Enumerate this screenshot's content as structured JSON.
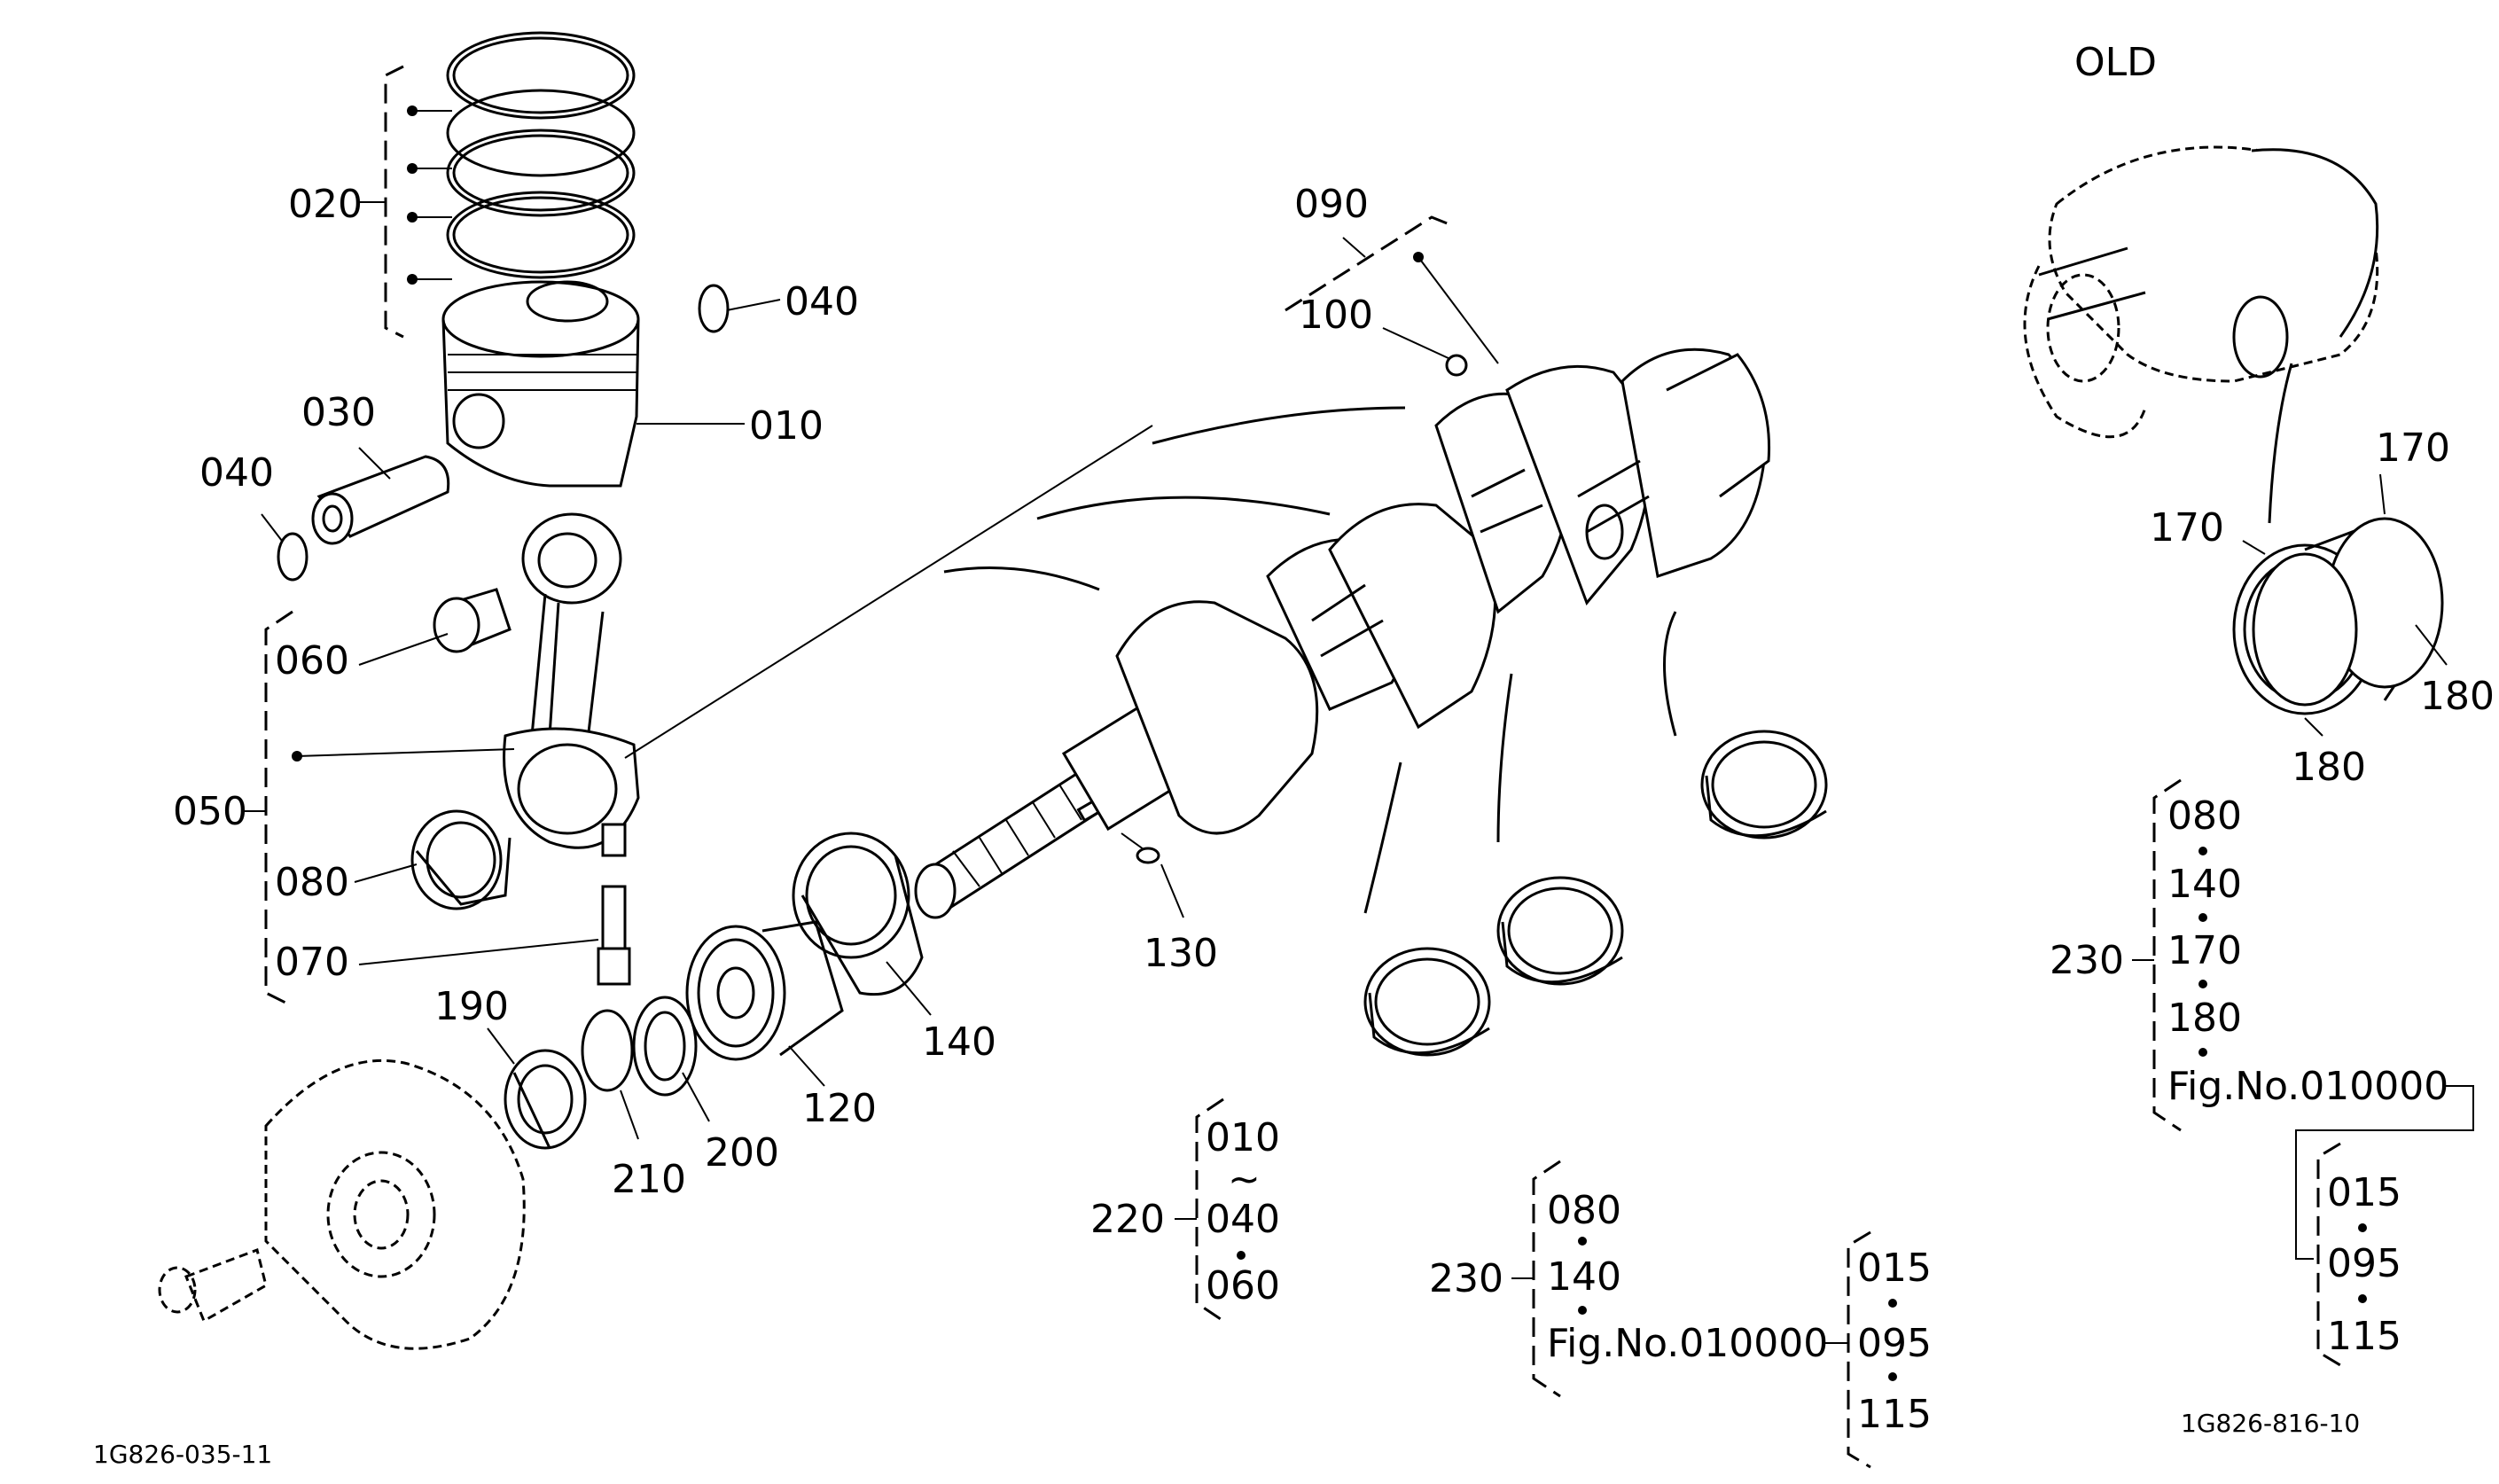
{
  "header": {
    "old_label": "OLD"
  },
  "figure_codes": {
    "left": "1G826-035-11",
    "right": "1G826-816-10"
  },
  "callouts": {
    "c020": "020",
    "c040a": "040",
    "c010": "010",
    "c030": "030",
    "c040b": "040",
    "c060": "060",
    "c050": "050",
    "c080": "080",
    "c070": "070",
    "c190": "190",
    "c210": "210",
    "c200": "200",
    "c120": "120",
    "c140": "140",
    "c130": "130",
    "c090": "090",
    "c100": "100",
    "c170a": "170",
    "c170b": "170",
    "c180a": "180",
    "c180b": "180"
  },
  "group_220": {
    "label": "220",
    "items": [
      "010",
      "~",
      "040",
      "060"
    ]
  },
  "group_230_center": {
    "label": "230",
    "items": [
      "080",
      "140",
      "Fig.No.010000"
    ]
  },
  "sub_center": {
    "items": [
      "015",
      "095",
      "115"
    ]
  },
  "group_230_right": {
    "label": "230",
    "items": [
      "080",
      "140",
      "170",
      "180",
      "Fig.No.010000"
    ]
  },
  "sub_right": {
    "items": [
      "015",
      "095",
      "115"
    ]
  }
}
